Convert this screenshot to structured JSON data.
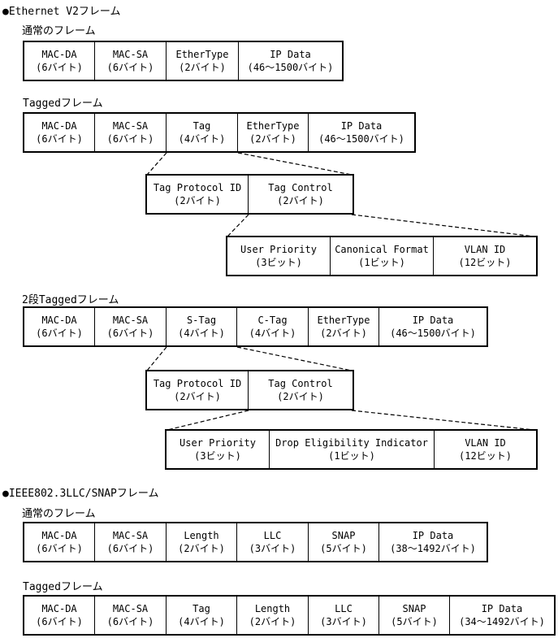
{
  "sections": {
    "ethernet_v2": {
      "title": "●Ethernet V2フレーム",
      "normal_label": "通常のフレーム",
      "tagged_label": "Taggedフレーム",
      "double_tagged_label": "2段Taggedフレーム"
    },
    "ieee_llc_snap": {
      "title": "●IEEE802.3LLC/SNAPフレーム",
      "normal_label": "通常のフレーム",
      "tagged_label": "Taggedフレーム"
    }
  },
  "colors": {
    "line": "#000000",
    "background": "#ffffff"
  },
  "frames": {
    "v2_normal": {
      "cells": [
        {
          "name": "MAC-DA",
          "size": "(6バイト)"
        },
        {
          "name": "MAC-SA",
          "size": "(6バイト)"
        },
        {
          "name": "EtherType",
          "size": "(2バイト)"
        },
        {
          "name": "IP Data",
          "size": "(46～1500バイト)"
        }
      ]
    },
    "v2_tagged": {
      "cells": [
        {
          "name": "MAC-DA",
          "size": "(6バイト)"
        },
        {
          "name": "MAC-SA",
          "size": "(6バイト)"
        },
        {
          "name": "Tag",
          "size": "(4バイト)"
        },
        {
          "name": "EtherType",
          "size": "(2バイト)"
        },
        {
          "name": "IP Data",
          "size": "(46～1500バイト)"
        }
      ]
    },
    "v2_tag_fields": {
      "cells": [
        {
          "name": "Tag Protocol ID",
          "size": "(2バイト)"
        },
        {
          "name": "Tag Control",
          "size": "(2バイト)"
        }
      ]
    },
    "v2_tag_control_fields": {
      "cells": [
        {
          "name": "User Priority",
          "size": "(3ビット)"
        },
        {
          "name": "Canonical Format",
          "size": "(1ビット)"
        },
        {
          "name": "VLAN ID",
          "size": "(12ビット)"
        }
      ]
    },
    "v2_double_tagged": {
      "cells": [
        {
          "name": "MAC-DA",
          "size": "(6バイト)"
        },
        {
          "name": "MAC-SA",
          "size": "(6バイト)"
        },
        {
          "name": "S-Tag",
          "size": "(4バイト)"
        },
        {
          "name": "C-Tag",
          "size": "(4バイト)"
        },
        {
          "name": "EtherType",
          "size": "(2バイト)"
        },
        {
          "name": "IP Data",
          "size": "(46～1500バイト)"
        }
      ]
    },
    "v2_stag_fields": {
      "cells": [
        {
          "name": "Tag Protocol ID",
          "size": "(2バイト)"
        },
        {
          "name": "Tag Control",
          "size": "(2バイト)"
        }
      ]
    },
    "v2_stag_control_fields": {
      "cells": [
        {
          "name": "User Priority",
          "size": "(3ビット)"
        },
        {
          "name": "Drop Eligibility Indicator",
          "size": "(1ビット)"
        },
        {
          "name": "VLAN ID",
          "size": "(12ビット)"
        }
      ]
    },
    "ieee_normal": {
      "cells": [
        {
          "name": "MAC-DA",
          "size": "(6バイト)"
        },
        {
          "name": "MAC-SA",
          "size": "(6バイト)"
        },
        {
          "name": "Length",
          "size": "(2バイト)"
        },
        {
          "name": "LLC",
          "size": "(3バイト)"
        },
        {
          "name": "SNAP",
          "size": "(5バイト)"
        },
        {
          "name": "IP Data",
          "size": "(38～1492バイト)"
        }
      ]
    },
    "ieee_tagged": {
      "cells": [
        {
          "name": "MAC-DA",
          "size": "(6バイト)"
        },
        {
          "name": "MAC-SA",
          "size": "(6バイト)"
        },
        {
          "name": "Tag",
          "size": "(4バイト)"
        },
        {
          "name": "Length",
          "size": "(2バイト)"
        },
        {
          "name": "LLC",
          "size": "(3バイト)"
        },
        {
          "name": "SNAP",
          "size": "(5バイト)"
        },
        {
          "name": "IP Data",
          "size": "(34～1492バイト)"
        }
      ]
    }
  }
}
